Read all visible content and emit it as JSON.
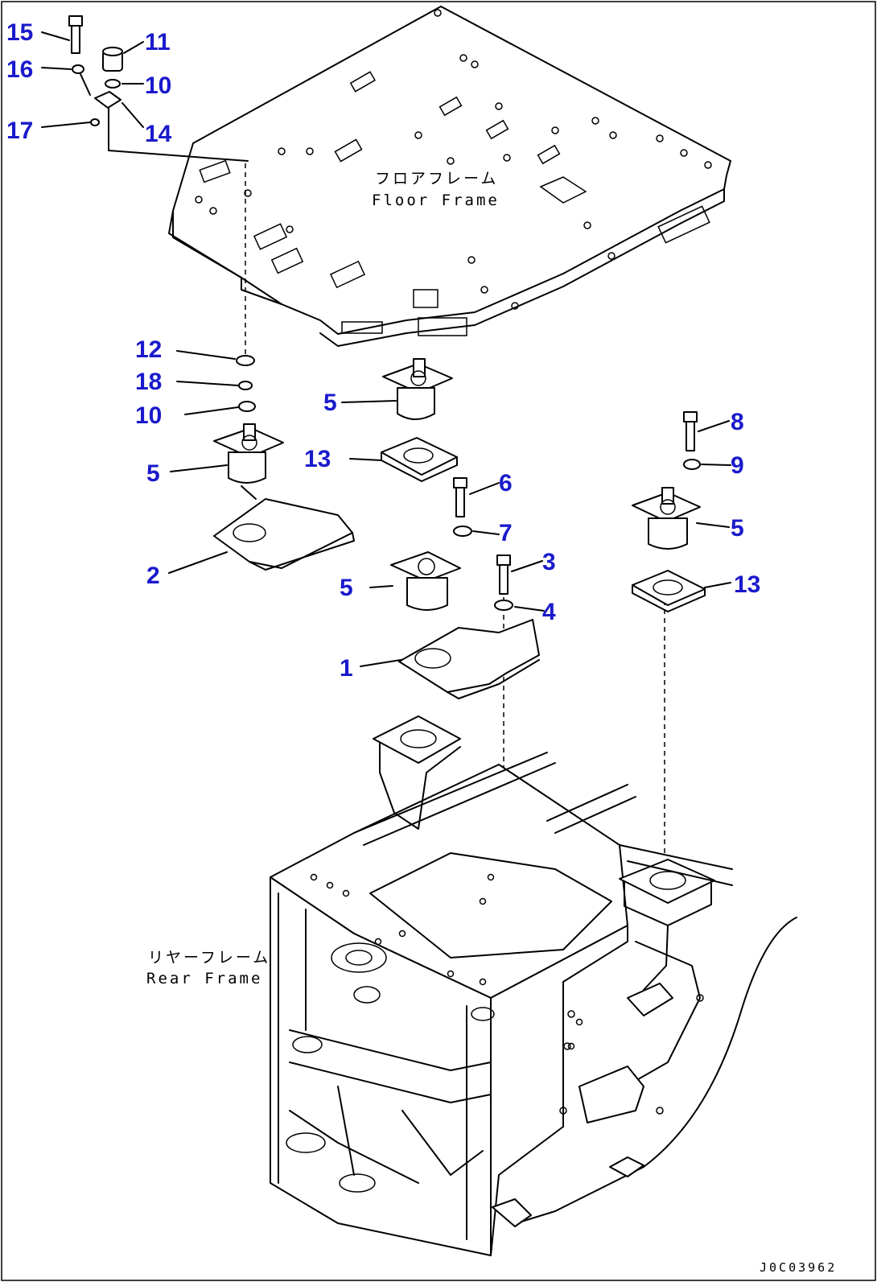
{
  "frame_labels": {
    "floor_frame_jp": "フロアフレーム",
    "floor_frame_en": "Floor Frame",
    "rear_frame_jp": "リヤーフレーム",
    "rear_frame_en": "Rear Frame"
  },
  "drawing_code": "J0C03962",
  "callouts": [
    {
      "id": "c15a",
      "text": "15"
    },
    {
      "id": "c11",
      "text": "11"
    },
    {
      "id": "c16",
      "text": "16"
    },
    {
      "id": "c10a",
      "text": "10"
    },
    {
      "id": "c17",
      "text": "17"
    },
    {
      "id": "c14",
      "text": "14"
    },
    {
      "id": "c12",
      "text": "12"
    },
    {
      "id": "c18",
      "text": "18"
    },
    {
      "id": "c10b",
      "text": "10"
    },
    {
      "id": "c5a",
      "text": "5"
    },
    {
      "id": "c5b",
      "text": "5"
    },
    {
      "id": "c13a",
      "text": "13"
    },
    {
      "id": "c2",
      "text": "2"
    },
    {
      "id": "c6",
      "text": "6"
    },
    {
      "id": "c7",
      "text": "7"
    },
    {
      "id": "c3",
      "text": "3"
    },
    {
      "id": "c4",
      "text": "4"
    },
    {
      "id": "c5c",
      "text": "5"
    },
    {
      "id": "c1",
      "text": "1"
    },
    {
      "id": "c8",
      "text": "8"
    },
    {
      "id": "c9",
      "text": "9"
    },
    {
      "id": "c5d",
      "text": "5"
    },
    {
      "id": "c13b",
      "text": "13"
    }
  ]
}
